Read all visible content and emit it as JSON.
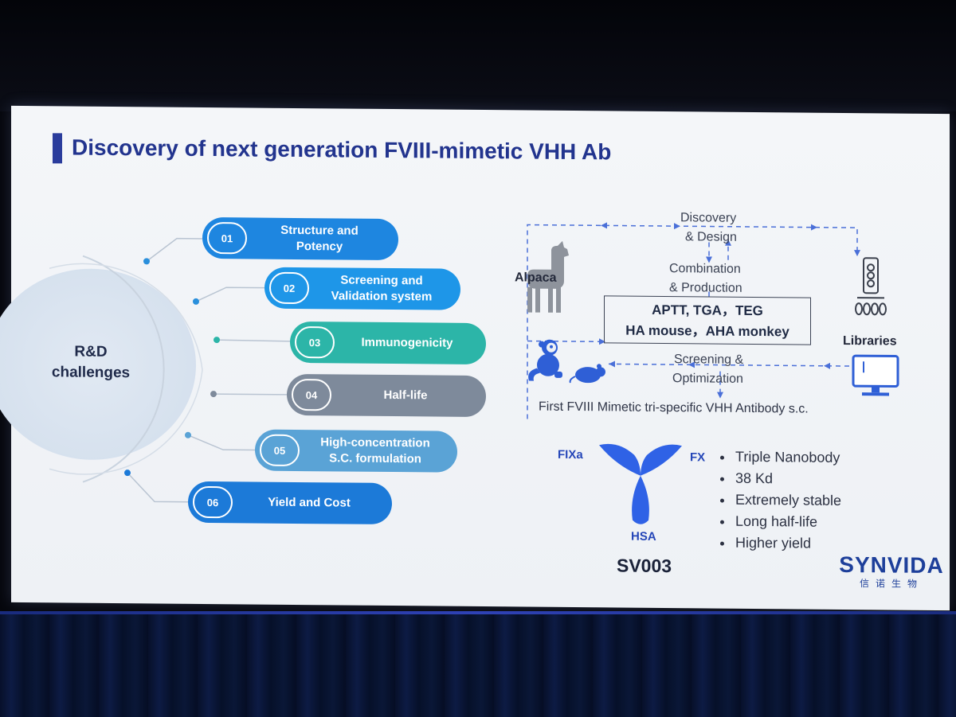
{
  "slide": {
    "title": "Discovery of next generation FVIII-mimetic VHH Ab"
  },
  "challenges": {
    "center_line1": "R&D",
    "center_line2": "challenges",
    "items": [
      {
        "num": "01",
        "line1": "Structure and",
        "line2": "Potency"
      },
      {
        "num": "02",
        "line1": "Screening and",
        "line2": "Validation system"
      },
      {
        "num": "03",
        "line1": "Immunogenicity",
        "line2": ""
      },
      {
        "num": "04",
        "line1": "Half-life",
        "line2": ""
      },
      {
        "num": "05",
        "line1": "High-concentration",
        "line2": "S.C. formulation"
      },
      {
        "num": "06",
        "line1": "Yield and Cost",
        "line2": ""
      }
    ]
  },
  "diagram": {
    "discovery_l1": "Discovery",
    "discovery_l2": "& Design",
    "combination_l1": "Combination",
    "combination_l2": "& Production",
    "box_l1": "APTT, TGA，TEG",
    "box_l2": "HA mouse，AHA monkey",
    "screening_l1": "Screening &",
    "screening_l2": "Optimization",
    "alpaca": "Alpaca",
    "libraries": "Libraries"
  },
  "product": {
    "headline": "First FVIII Mimetic tri-specific VHH Antibody s.c.",
    "arm_left": "FIXa",
    "arm_right": "FX",
    "arm_bottom": "HSA",
    "name": "SV003",
    "bullets": [
      "Triple Nanobody",
      "38 Kd",
      "Extremely stable",
      "Long half-life",
      "Higher yield"
    ]
  },
  "brand": {
    "name": "SYNVIDA",
    "subtitle": "信诺生物"
  },
  "colors": {
    "title": "#22348e",
    "accent_blue": "#1e86e0",
    "teal": "#2cb5a8",
    "gray": "#7e8a9b",
    "antibody": "#2f62e6"
  },
  "icons": [
    "alpaca-icon",
    "monkey-icon",
    "mouse-icon",
    "library-vial-icon",
    "computer-monitor-icon",
    "antibody-icon"
  ]
}
